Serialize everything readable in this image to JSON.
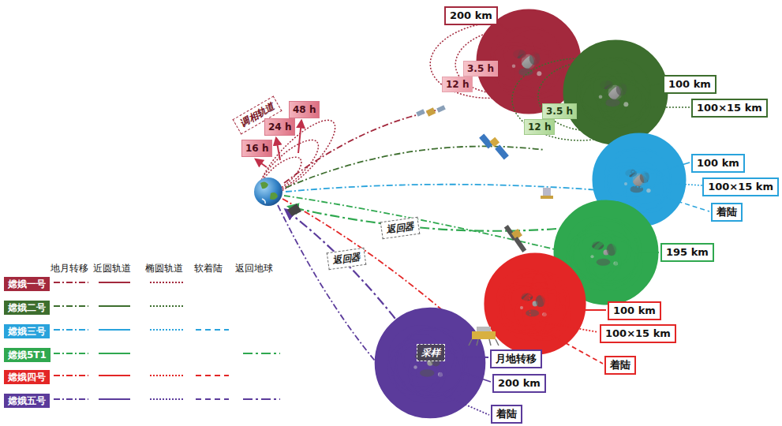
{
  "diagram": {
    "nodes": [
      {
        "text": [
          "200 km"
        ]
      },
      {
        "text": [
          "3.5 h"
        ]
      },
      {
        "text": [
          "12 h"
        ]
      },
      {
        "text": [
          "调相轨道"
        ]
      },
      {
        "text": [
          "48 h"
        ]
      },
      {
        "text": [
          "24 h"
        ]
      },
      {
        "text": [
          "16 h"
        ]
      },
      {
        "text": [
          "100 km"
        ]
      },
      {
        "text": [
          "100×15 km"
        ]
      },
      {
        "text": [
          "3.5 h"
        ]
      },
      {
        "text": [
          "12 h"
        ]
      },
      {
        "text": [
          "100 km"
        ]
      },
      {
        "text": [
          "100×15 km"
        ]
      },
      {
        "text": [
          "着陆"
        ]
      },
      {
        "text": [
          "返回器"
        ]
      },
      {
        "text": [
          "195 km"
        ]
      },
      {
        "text": [
          "返回器"
        ]
      },
      {
        "text": [
          "100 km"
        ]
      },
      {
        "text": [
          "100×15 km"
        ]
      },
      {
        "text": [
          "着陆"
        ]
      },
      {
        "text": [
          "采样"
        ]
      },
      {
        "text": [
          "月地转移"
        ]
      },
      {
        "text": [
          "200 km"
        ]
      },
      {
        "text": [
          "着陆"
        ]
      }
    ],
    "labels": [
      "地月转移",
      "近圆轨道",
      "椭圆轨道",
      "软着陆",
      "返回地球"
    ],
    "legend": [
      {
        "text": "嫦娥一号",
        "color": "#a3293d"
      },
      {
        "text": "嫦娥二号",
        "color": "#3d6e2e"
      },
      {
        "text": "嫦娥三号",
        "color": "#29a3dc"
      },
      {
        "text": "嫦娥5T1",
        "color": "#2fa84f"
      },
      {
        "text": "嫦娥四号",
        "color": "#e32626"
      },
      {
        "text": "嫦娥五号",
        "color": "#5b3b9b"
      }
    ]
  }
}
